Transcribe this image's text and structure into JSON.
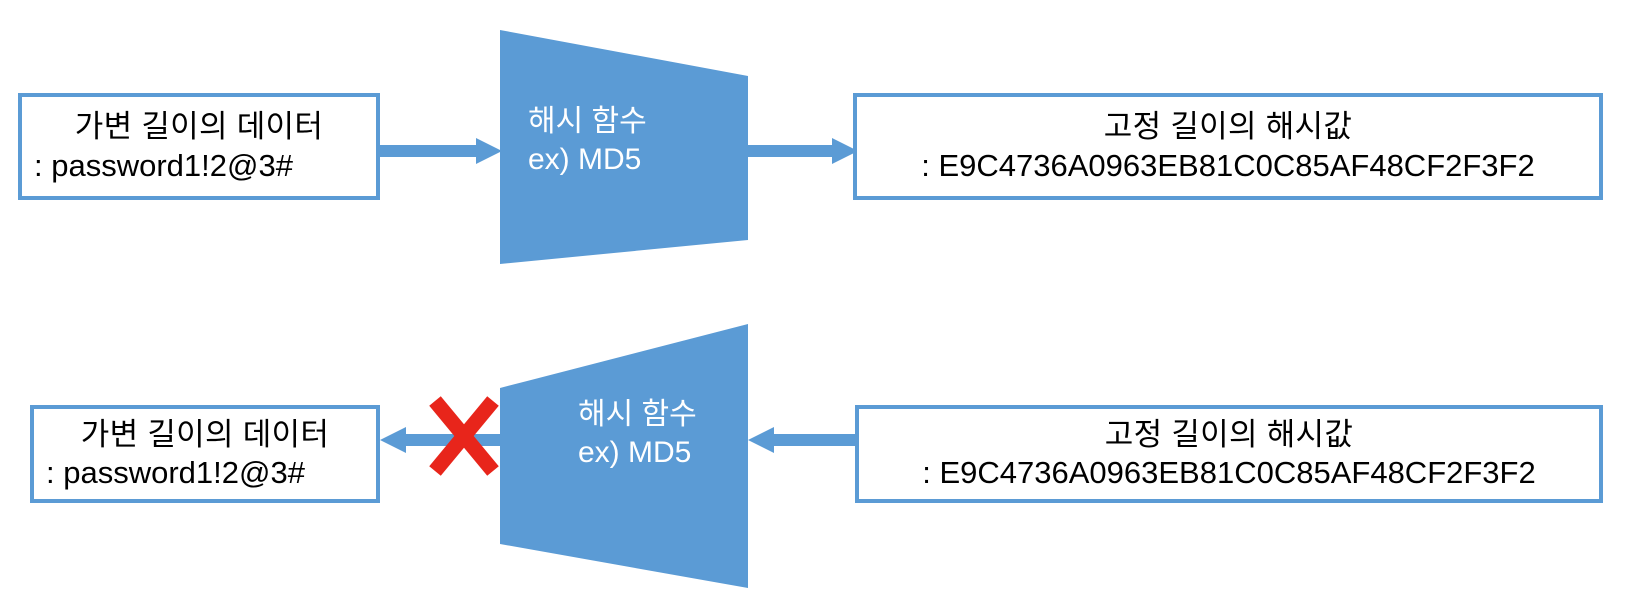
{
  "colors": {
    "box_border": "#5B9BD5",
    "box_fill": "#FFFFFF",
    "shape_fill": "#5B9BD5",
    "arrow": "#5B9BD5",
    "cross": "#E8251B",
    "text_dark": "#000000",
    "text_light": "#FFFFFF"
  },
  "diagram": {
    "type": "flow-diagram",
    "title": "Hash function one-way property",
    "rows": [
      {
        "id": "forward",
        "direction": "left-to-right",
        "input": {
          "line1": "가변 길이의 데이터",
          "line2": ": password1!2@3#"
        },
        "process": {
          "line1": "해시 함수",
          "line2": "ex) MD5"
        },
        "output": {
          "line1": "고정 길이의 해시값",
          "line2": ": E9C4736A0963EB81C0C85AF48CF2F3F2"
        },
        "blocked": false
      },
      {
        "id": "reverse",
        "direction": "right-to-left",
        "input": {
          "line1": "고정 길이의 해시값",
          "line2": ": E9C4736A0963EB81C0C85AF48CF2F3F2"
        },
        "process": {
          "line1": "해시 함수",
          "line2": "ex) MD5"
        },
        "output": {
          "line1": "가변 길이의 데이터",
          "line2": ": password1!2@3#"
        },
        "blocked": true,
        "blocked_marker": "red-cross"
      }
    ]
  }
}
